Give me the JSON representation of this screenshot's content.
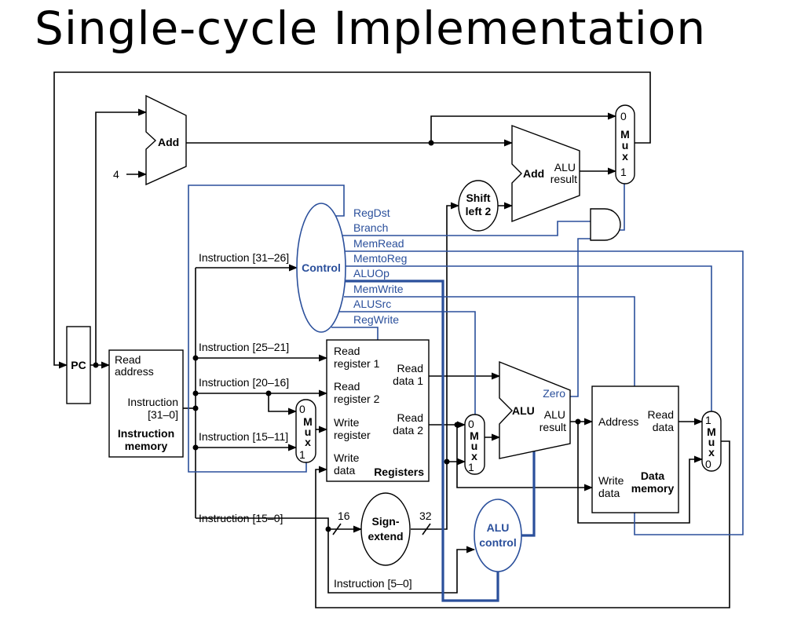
{
  "title": "Single-cycle Implementation",
  "blocks": {
    "pc": "PC",
    "adder_pc": "Add",
    "const_four": "4",
    "adder_branch": "Add",
    "adder_branch_result_1": "ALU",
    "adder_branch_result_2": "result",
    "shift_left_1": "Shift",
    "shift_left_2": "left 2",
    "control": "Control",
    "alu": "ALU",
    "alu_zero": "Zero",
    "alu_result_1": "ALU",
    "alu_result_2": "result",
    "alu_control_1": "ALU",
    "alu_control_2": "control",
    "sign_extend_1": "Sign-",
    "sign_extend_2": "extend",
    "sign_in_width": "16",
    "sign_out_width": "32",
    "mux_letters": [
      "M",
      "u",
      "x"
    ],
    "mux_zero": "0",
    "mux_one": "1"
  },
  "instruction_memory": {
    "read_address_1": "Read",
    "read_address_2": "address",
    "instruction_1": "Instruction",
    "instruction_2": "[31–0]",
    "name_1": "Instruction",
    "name_2": "memory"
  },
  "registers": {
    "read_reg1_1": "Read",
    "read_reg1_2": "register 1",
    "read_reg2_1": "Read",
    "read_reg2_2": "register 2",
    "write_reg_1": "Write",
    "write_reg_2": "register",
    "write_data_1": "Write",
    "write_data_2": "data",
    "read_data1_1": "Read",
    "read_data1_2": "data 1",
    "read_data2_1": "Read",
    "read_data2_2": "data 2",
    "name": "Registers"
  },
  "data_memory": {
    "address": "Address",
    "read_data_1": "Read",
    "read_data_2": "data",
    "write_data_1": "Write",
    "write_data_2": "data",
    "name_1": "Data",
    "name_2": "memory"
  },
  "instruction_fields": {
    "op": "Instruction [31–26]",
    "rs": "Instruction [25–21]",
    "rt": "Instruction [20–16]",
    "rd": "Instruction [15–11]",
    "imm": "Instruction [15–0]",
    "funct": "Instruction [5–0]"
  },
  "control_signals": [
    "RegDst",
    "Branch",
    "MemRead",
    "MemtoReg",
    "ALUOp",
    "MemWrite",
    "ALUSrc",
    "RegWrite"
  ],
  "colors": {
    "wire": "#000000",
    "control": "#2a4f9b"
  }
}
